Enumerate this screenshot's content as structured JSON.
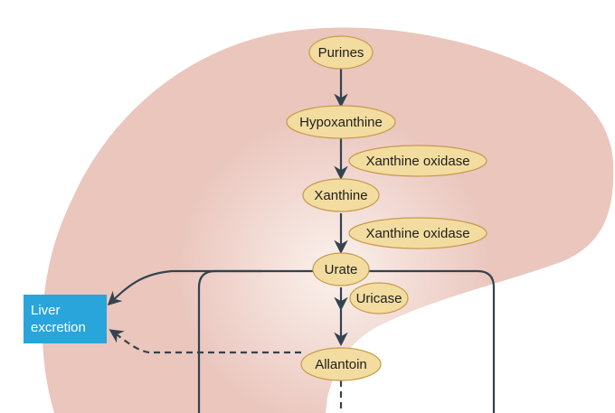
{
  "colors": {
    "liver_fill": "#eac6bd",
    "liver_highlight": "#fbf1ed",
    "node_fill": "#f3dca0",
    "node_stroke": "#c79a4a",
    "arrow": "#33434f",
    "box_fill": "#29a5dc",
    "box_text": "#ffffff"
  },
  "nodes": {
    "purines": "Purines",
    "hypoxanthine": "Hypoxanthine",
    "xanthine": "Xanthine",
    "urate": "Urate",
    "allantoin": "Allantoin"
  },
  "enzymes": {
    "xanthine_oxidase_1": "Xanthine oxidase",
    "xanthine_oxidase_2": "Xanthine oxidase",
    "uricase": "Uricase"
  },
  "liver_excretion": {
    "line1": "Liver",
    "line2": "excretion"
  }
}
